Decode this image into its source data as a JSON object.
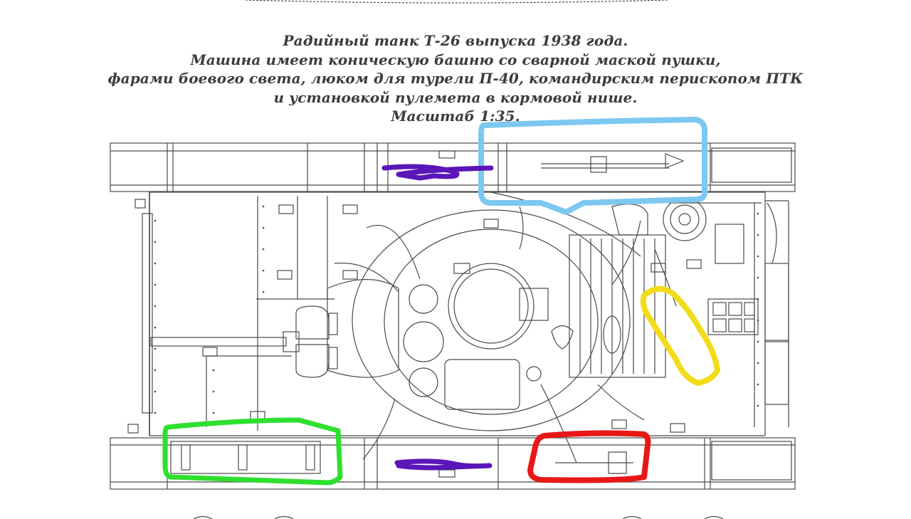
{
  "caption": {
    "line1": "Радийный танк Т-26 выпуска 1938 года.",
    "line2": "Машина имеет коническую башню со сварной маской пушки,",
    "line3": "фарами боевого света, люком для турели П-40, командирским перископом ПТК",
    "line4": "и установкой пулемета в кормовой нише.",
    "line5": "Масштаб 1:35."
  },
  "colors": {
    "line": "#4a4a4a",
    "caption_text": "#3c3c3c",
    "highlight_blue": "#7cc8f0",
    "highlight_yellow": "#f2dc1a",
    "highlight_green": "#2ee02e",
    "highlight_red": "#e81818",
    "mark_purple": "#5a16b8"
  },
  "highlights": [
    {
      "name": "light-blue-outline",
      "color": "light blue"
    },
    {
      "name": "yellow-outline",
      "color": "yellow"
    },
    {
      "name": "green-outline",
      "color": "green"
    },
    {
      "name": "red-outline",
      "color": "red"
    },
    {
      "name": "purple-mark-top",
      "color": "purple"
    },
    {
      "name": "purple-mark-bottom",
      "color": "purple"
    }
  ]
}
